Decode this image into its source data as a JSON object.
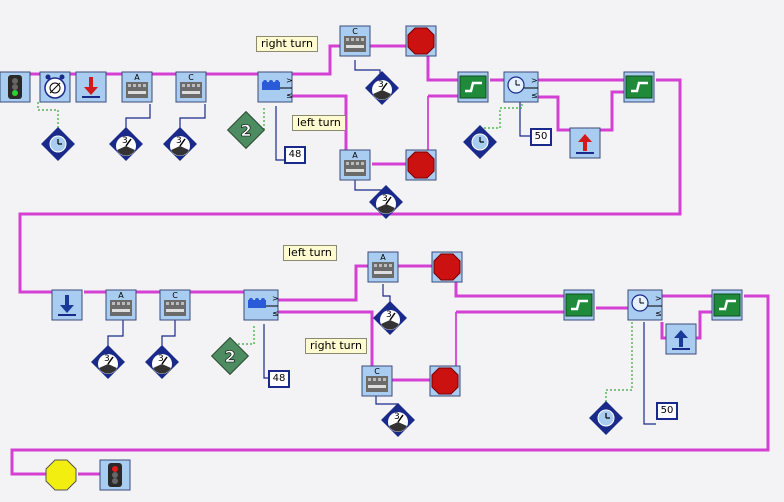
{
  "labels": {
    "turn_1": "right turn",
    "turn_2": "left turn",
    "turn_3": "left turn",
    "turn_4": "right turn"
  },
  "values": {
    "row1_repeat": "2",
    "row1_count": "48",
    "row1_wait": "50",
    "row2_repeat": "2",
    "row2_count": "48",
    "row2_wait": "50",
    "power_level": "3"
  },
  "motor_ports": {
    "a": "A",
    "c": "C"
  },
  "colors": {
    "wire": "#d43fd4",
    "block_fill": "#a9cdf0",
    "block_border": "#3a4a7a",
    "stop_red": "#cc1111",
    "touch_green": "#1e8a3a",
    "arrow_red": "#d21a1a",
    "arrow_blue": "#1a3a9a",
    "end_yellow": "#f2ee10",
    "dial_blue": "#1a2a8a",
    "repeat_green": "#4c8c60"
  }
}
